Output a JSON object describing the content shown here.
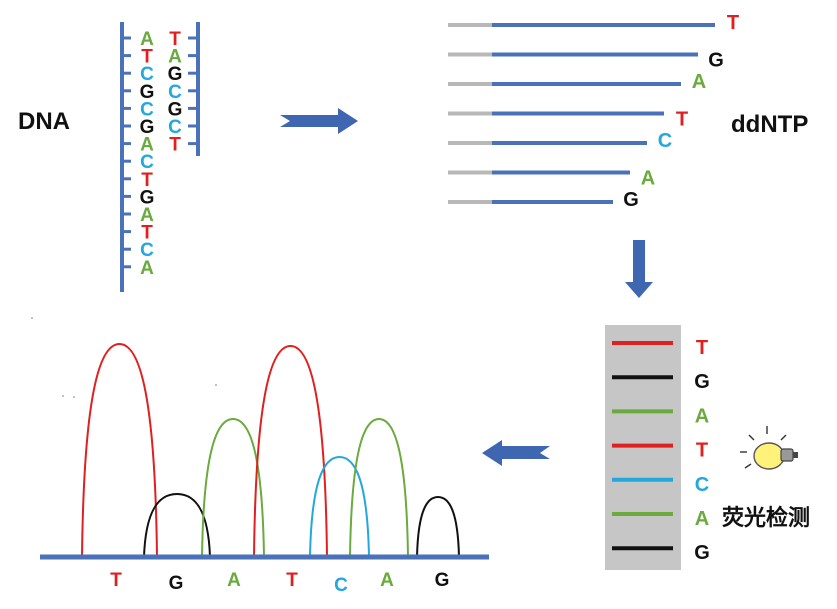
{
  "labels": {
    "dna": "DNA",
    "ddntp": "ddNTP",
    "fluorescence": "荧光检测"
  },
  "colors": {
    "A": "#6aaa3e",
    "T": "#e02020",
    "C": "#22a8dd",
    "G": "#111111",
    "backbone": "#4a72b8",
    "primer": "#b8b8b8",
    "arrow": "#3f66b0",
    "gel": "#c6c6c6"
  },
  "icons": [
    "right-arrow-icon",
    "down-arrow-icon",
    "left-arrow-icon",
    "lightbulb-icon"
  ],
  "dna": {
    "template": [
      "A",
      "T",
      "C",
      "G",
      "C",
      "G",
      "A",
      "C",
      "T",
      "G",
      "A",
      "T",
      "C",
      "A"
    ],
    "complement": [
      "T",
      "A",
      "G",
      "C",
      "G",
      "C",
      "T"
    ]
  },
  "fragments": [
    "T",
    "G",
    "A",
    "T",
    "C",
    "A",
    "G"
  ],
  "gel_bands": [
    "T",
    "G",
    "A",
    "T",
    "C",
    "A",
    "G"
  ],
  "chromatogram": {
    "bases": [
      "T",
      "G",
      "A",
      "T",
      "C",
      "A",
      "G"
    ]
  }
}
